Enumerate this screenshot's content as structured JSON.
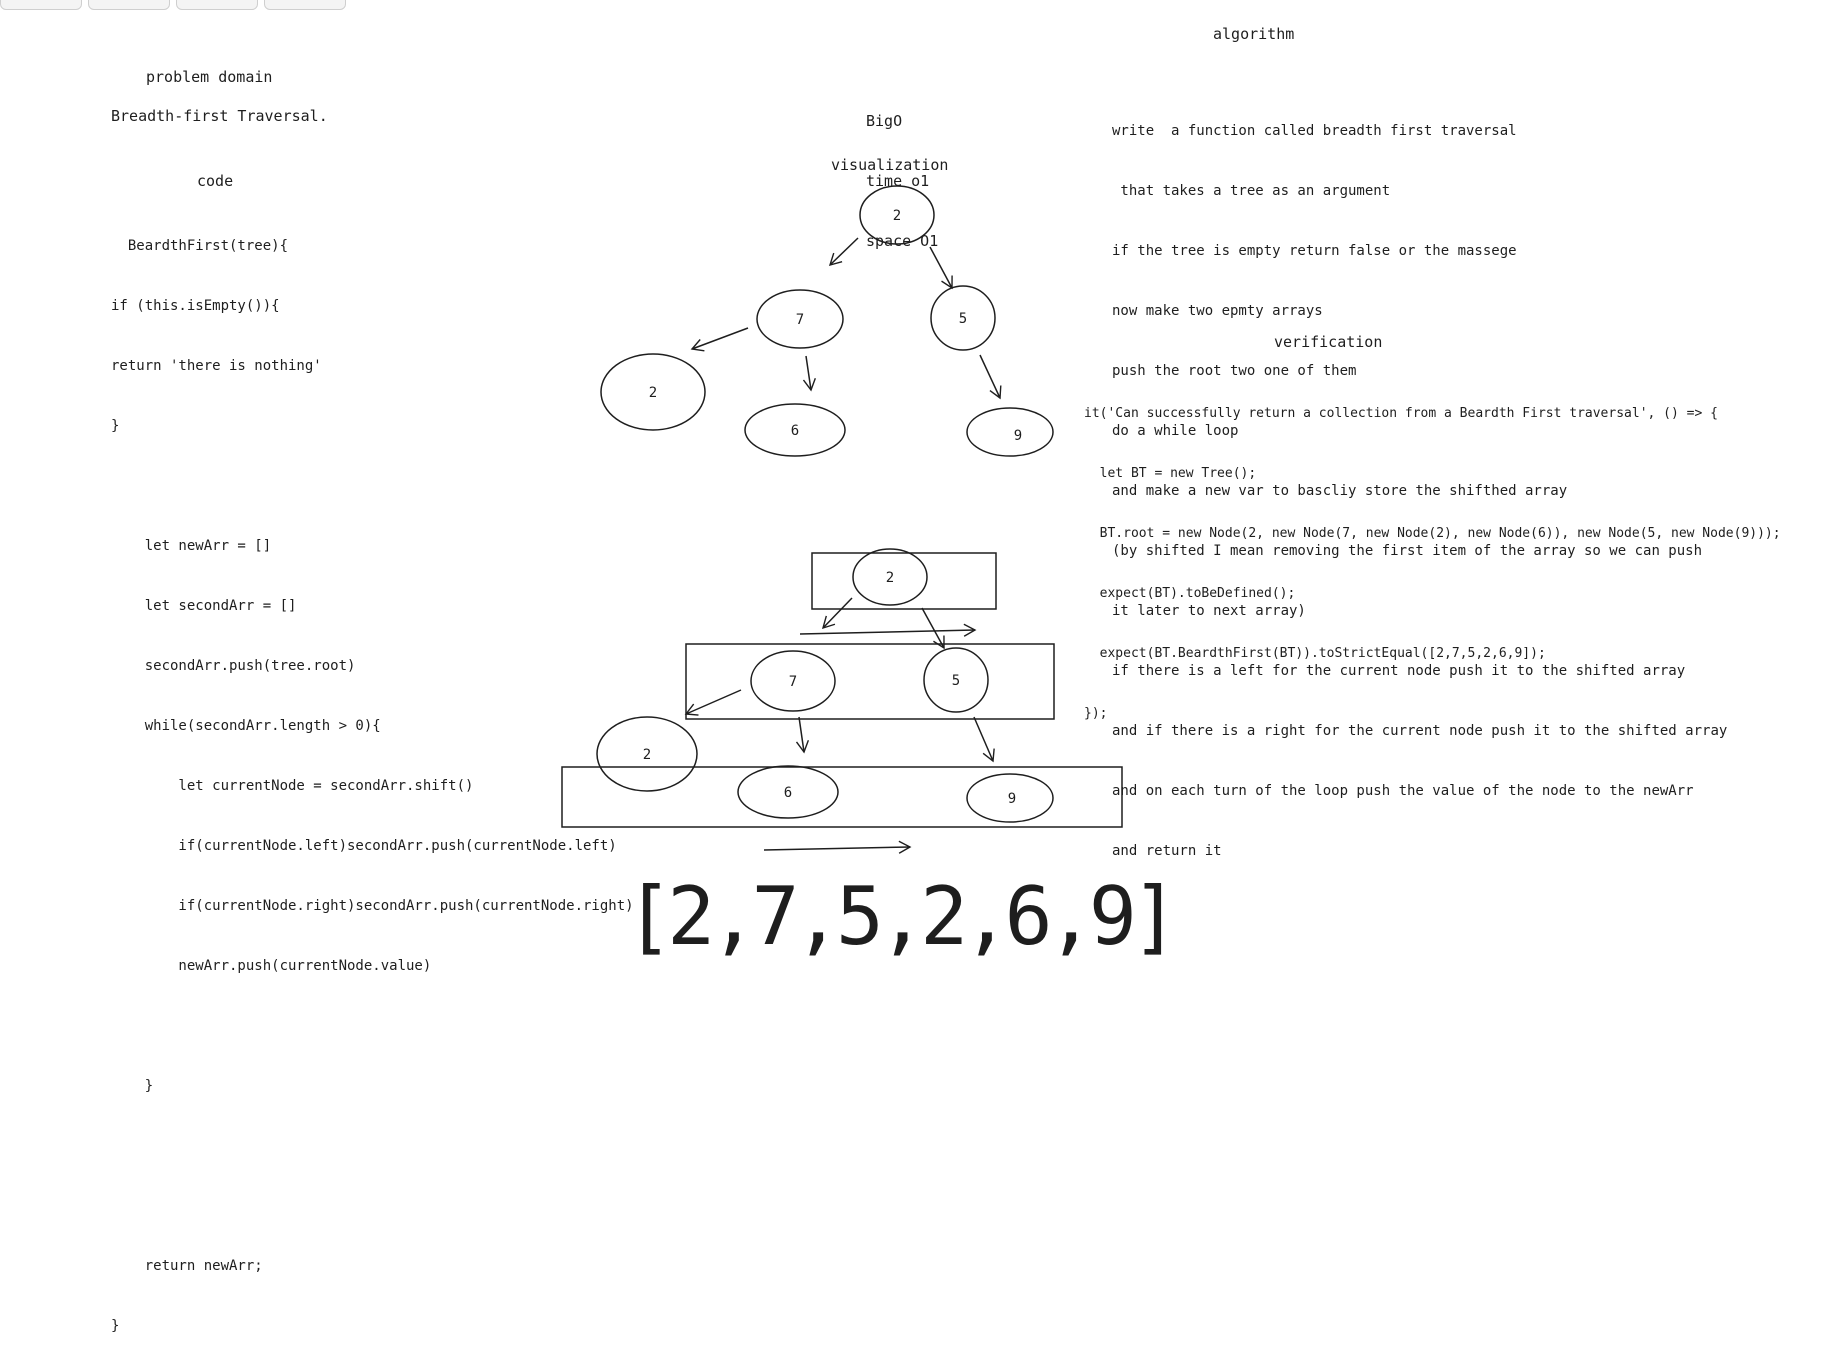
{
  "toolbar": {
    "buttons": [
      "",
      "",
      "",
      ""
    ]
  },
  "problem_domain": {
    "heading": "problem domain",
    "title": "Breadth-first Traversal."
  },
  "bigo": {
    "lines": [
      "BigO",
      "time o1",
      "space O1"
    ]
  },
  "visualization_label": "visualization",
  "algorithm": {
    "heading": "algorithm",
    "lines": [
      "write  a function called breadth first traversal",
      " that takes a tree as an argument",
      "if the tree is empty return false or the massege",
      "now make two epmty arrays",
      "push the root two one of them",
      "do a while loop",
      "and make a new var to bascliy store the shifthed array",
      "(by shifted I mean removing the first item of the array so we can push",
      "it later to next array)",
      "if there is a left for the current node push it to the shifted array",
      "and if there is a right for the current node push it to the shifted array",
      "and on each turn of the loop push the value of the node to the newArr",
      "and return it"
    ]
  },
  "code": {
    "heading": "code",
    "lines": [
      "  BeardthFirst(tree){",
      "if (this.isEmpty()){",
      "return 'there is nothing'",
      "}",
      "",
      "    let newArr = []",
      "    let secondArr = []",
      "    secondArr.push(tree.root)",
      "    while(secondArr.length > 0){",
      "        let currentNode = secondArr.shift()",
      "        if(currentNode.left)secondArr.push(currentNode.left)",
      "        if(currentNode.right)secondArr.push(currentNode.right)",
      "        newArr.push(currentNode.value)",
      "",
      "    }",
      "",
      "",
      "    return newArr;",
      "}"
    ]
  },
  "verification": {
    "heading": "verification",
    "lines": [
      "it('Can successfully return a collection from a Beardth First traversal', () => {",
      "  let BT = new Tree();",
      "  BT.root = new Node(2, new Node(7, new Node(2), new Node(6)), new Node(5, new Node(9)));",
      "  expect(BT).toBeDefined();",
      "  expect(BT.BeardthFirst(BT)).toStrictEqual([2,7,5,2,6,9]);",
      "});"
    ]
  },
  "tree_top": {
    "nodes": [
      "2",
      "7",
      "5",
      "2",
      "6",
      "9"
    ]
  },
  "tree_bottom": {
    "nodes": [
      "2",
      "7",
      "5",
      "2",
      "6",
      "9"
    ]
  },
  "result": "[2,7,5,2,6,9]",
  "colors": {
    "stroke": "#1e1e1e",
    "background": "#ffffff"
  }
}
